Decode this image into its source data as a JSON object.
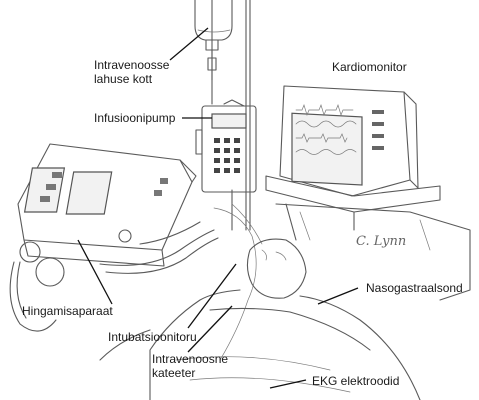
{
  "labels": {
    "iv_bag": [
      "Intravenoosse",
      "lahuse kott"
    ],
    "infusion_pump": "Infusioonipump",
    "cardiac_monitor": "Kardiomonitor",
    "ventilator": "Hingamisaparaat",
    "intubation_tube": "Intubatsioonitoru",
    "iv_catheter": [
      "Intravenoosne",
      "kateeter"
    ],
    "nasogastric_tube": "Nasogastraalsond",
    "ekg_electrodes": "EKG elektroodid"
  },
  "artist_signature": "C. Lynn"
}
